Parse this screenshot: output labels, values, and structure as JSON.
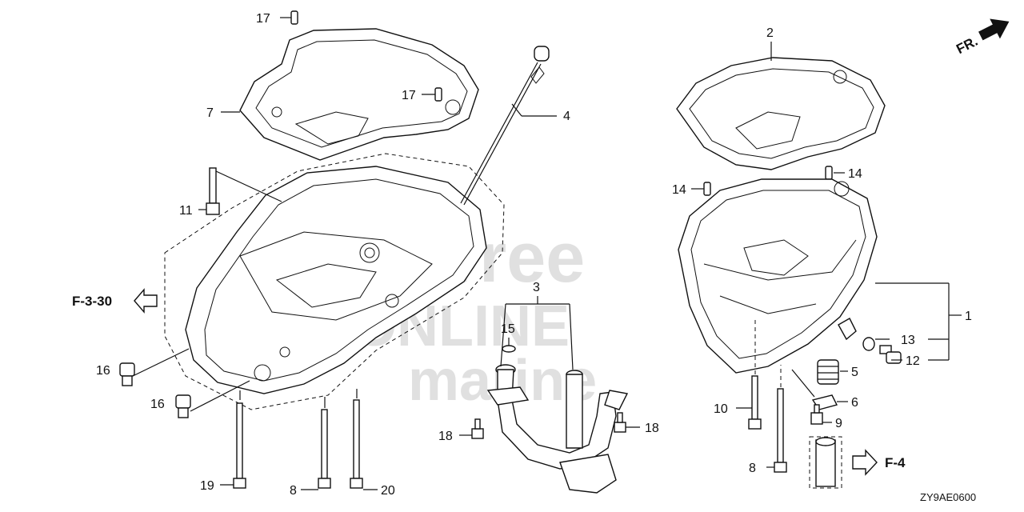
{
  "watermark": {
    "line1": "PartsTree",
    "line2": "ONLINE",
    "line3": "marine"
  },
  "direction_label": "FR.",
  "references": {
    "left": "F-3-30",
    "right": "F-4"
  },
  "diagram_code": "ZY9AE0600",
  "callouts": {
    "c1": "1",
    "c2": "2",
    "c3": "3",
    "c4": "4",
    "c5": "5",
    "c6": "6",
    "c7": "7",
    "c8a": "8",
    "c8b": "8",
    "c9": "9",
    "c10": "10",
    "c11": "11",
    "c12": "12",
    "c13": "13",
    "c14a": "14",
    "c14b": "14",
    "c15": "15",
    "c16a": "16",
    "c16b": "16",
    "c17a": "17",
    "c17b": "17",
    "c18a": "18",
    "c18b": "18",
    "c19": "19",
    "c20": "20"
  }
}
